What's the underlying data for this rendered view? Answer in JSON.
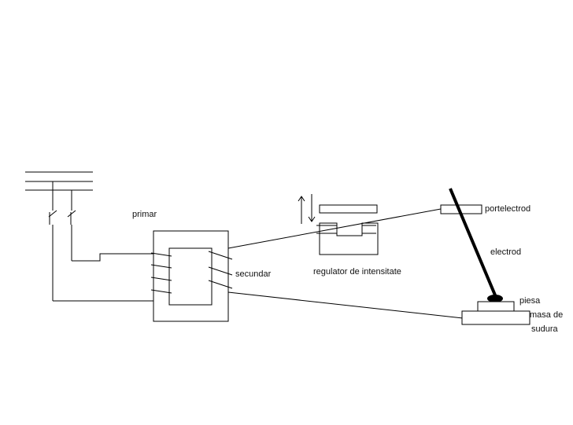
{
  "diagram": {
    "labels": {
      "primar": "primar",
      "secundar": "secundar",
      "regulator": "regulator de intensitate",
      "portelectrod": "portelectrod",
      "electrod": "electrod",
      "piesa": "piesa",
      "masa_line1": "masa de",
      "masa_line2": "sudura"
    },
    "colors": {
      "line": "#000000",
      "text": "#111111",
      "background": "#ffffff"
    }
  }
}
